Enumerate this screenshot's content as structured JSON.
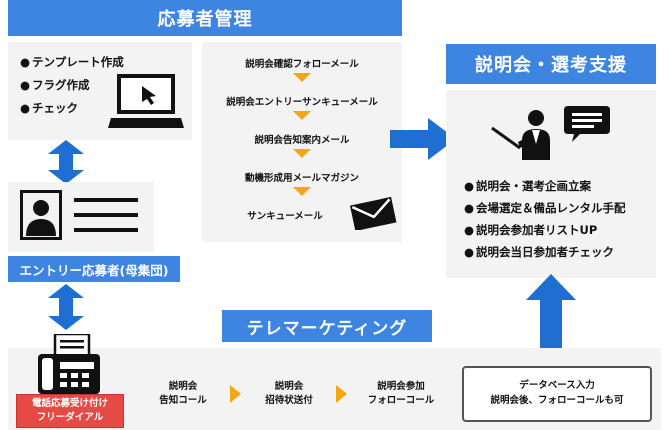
{
  "recruit": {
    "title": "応募者管理",
    "items": [
      "テンプレート作成",
      "フラグ作成",
      "チェック"
    ]
  },
  "mails": [
    "説明会確認フォローメール",
    "説明会エントリーサンキューメール",
    "説明会告知案内メール",
    "動機形成用メールマガジン",
    "サンキューメール"
  ],
  "entry": {
    "label": "エントリー応募者(母集団)"
  },
  "support": {
    "title": "説明会・選考支援",
    "items": [
      "説明会・選考企画立案",
      "会場選定＆備品レンタル手配",
      "説明会参加者リストUP",
      "説明会当日参加者チェック"
    ]
  },
  "tele": {
    "title": "テレマーケティング",
    "steps": [
      {
        "line1": "説明会",
        "line2": "告知コール"
      },
      {
        "line1": "説明会",
        "line2": "招待状送付"
      },
      {
        "line1": "説明会参加",
        "line2": "フォローコール"
      }
    ]
  },
  "freedial": {
    "line1": "電話応募受け付け",
    "line2": "フリーダイアル"
  },
  "database": {
    "line1": "データベース入力",
    "line2": "説明会後、フォローコールも可"
  },
  "colors": {
    "header_blue": "#3d85e0",
    "arrow_blue": "#1e6fd1",
    "chevron_orange": "#f3a713",
    "freedial_red": "#e64a45"
  }
}
